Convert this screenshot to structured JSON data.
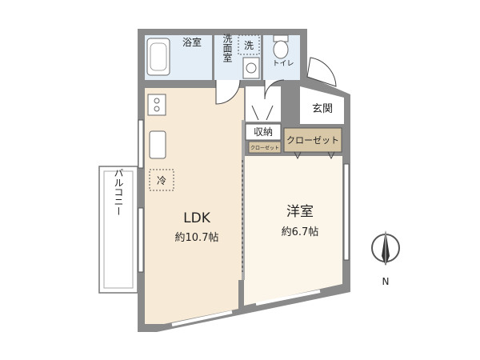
{
  "rooms": {
    "bath": "浴室",
    "washroom": "洗面室",
    "washer": "洗",
    "toilet": "トイレ",
    "entrance": "玄関",
    "storage": "収納",
    "closet_main": "クローゼット",
    "closet_small": "クローゼット",
    "fridge": "冷",
    "ldk": {
      "name": "LDK",
      "area": "約10.7帖"
    },
    "western": {
      "name": "洋室",
      "area": "約6.7帖"
    },
    "balcony": "バルコニー"
  },
  "compass": {
    "north_label": "N"
  },
  "colors": {
    "wall": "#8a8a8a",
    "ldk_floor": "#f7ead7",
    "western_floor": "#fbf5ea",
    "wet_area": "#e3eef6",
    "closet": "#d8c8a8",
    "entrance": "#ffffff"
  }
}
